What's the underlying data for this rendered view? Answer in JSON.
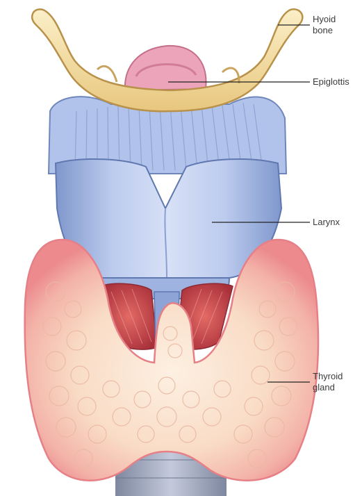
{
  "colors": {
    "hyoid": "#f2dc9e",
    "hyoid_outline": "#b8914a",
    "epiglottis": "#e79ab0",
    "larynx": "#a9bfe6",
    "larynx_shadow": "#7f97cc",
    "trachea": "#9fa8c4",
    "thyroid": "#f7c7b4",
    "thyroid_edge": "#ee8e92",
    "muscle": "#cf4a4a",
    "leader_line": "#222222"
  },
  "labels": {
    "hyoid": [
      "Hyoid",
      "bone"
    ],
    "epiglottis": [
      "Epiglottis"
    ],
    "larynx": [
      "Larynx"
    ],
    "thyroid": [
      "Thyroid",
      "gland"
    ]
  }
}
